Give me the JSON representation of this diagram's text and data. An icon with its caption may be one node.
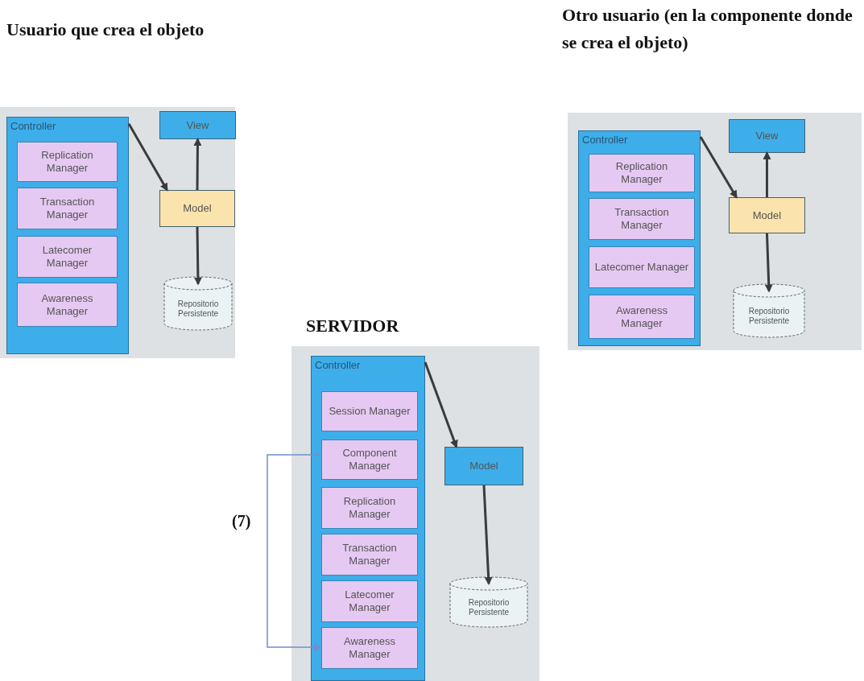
{
  "diagram": {
    "nodes": [
      {
        "text": [
          "Usuario que crea el objeto"
        ]
      },
      {
        "text": [
          "Controller"
        ],
        "in": 0
      },
      {
        "text": [
          "Replication Manager"
        ],
        "in": 1
      },
      {
        "text": [
          "Transaction Manager"
        ],
        "in": 1
      },
      {
        "text": [
          "Latecomer Manager"
        ],
        "in": 1
      },
      {
        "text": [
          "Awareness Manager"
        ],
        "in": 1
      },
      {
        "text": [
          "View"
        ],
        "in": 0
      },
      {
        "text": [
          "Model"
        ],
        "in": 0
      },
      {
        "text": [
          "Repositorio Persistente"
        ],
        "in": 0
      },
      {
        "text": [
          "Otro usuario (en la componente donde se crea el objeto)"
        ]
      },
      {
        "text": [
          "Controller"
        ],
        "in": 9
      },
      {
        "text": [
          "Replication Manager"
        ],
        "in": 10
      },
      {
        "text": [
          "Transaction Manager"
        ],
        "in": 10
      },
      {
        "text": [
          "Latecomer Manager"
        ],
        "in": 10
      },
      {
        "text": [
          "Awareness Manager"
        ],
        "in": 10
      },
      {
        "text": [
          "View"
        ],
        "in": 9
      },
      {
        "text": [
          "Model"
        ],
        "in": 9
      },
      {
        "text": [
          "Repositorio Persistente"
        ],
        "in": 9
      },
      {
        "text": [
          "SERVIDOR"
        ]
      },
      {
        "text": [
          "Controller"
        ],
        "in": 18
      },
      {
        "text": [
          "Session Manager"
        ],
        "in": 19
      },
      {
        "text": [
          "Component Manager"
        ],
        "in": 19
      },
      {
        "text": [
          "Replication Manager"
        ],
        "in": 19
      },
      {
        "text": [
          "Transaction Manager"
        ],
        "in": 19
      },
      {
        "text": [
          "Latecomer Manager"
        ],
        "in": 19
      },
      {
        "text": [
          "Awareness Manager"
        ],
        "in": 19
      },
      {
        "text": [
          "Model"
        ],
        "in": 18
      },
      {
        "text": [
          "Repositorio Persistente"
        ],
        "in": 18
      }
    ],
    "edges": [
      {
        "from": 1,
        "to": 7,
        "arrow": "to"
      },
      {
        "from": 7,
        "to": 6,
        "arrow": "to"
      },
      {
        "from": 7,
        "to": 8,
        "arrow": "to"
      },
      {
        "from": 10,
        "to": 16,
        "arrow": "to"
      },
      {
        "from": 16,
        "to": 15,
        "arrow": "to"
      },
      {
        "from": 16,
        "to": 17,
        "arrow": "to"
      },
      {
        "from": 19,
        "to": 26,
        "arrow": "to"
      },
      {
        "from": 26,
        "to": 27,
        "arrow": "to"
      },
      {
        "from": 21,
        "to": 25,
        "arrow": "to",
        "label": "(7)",
        "color": "#6f8fd0"
      }
    ]
  }
}
